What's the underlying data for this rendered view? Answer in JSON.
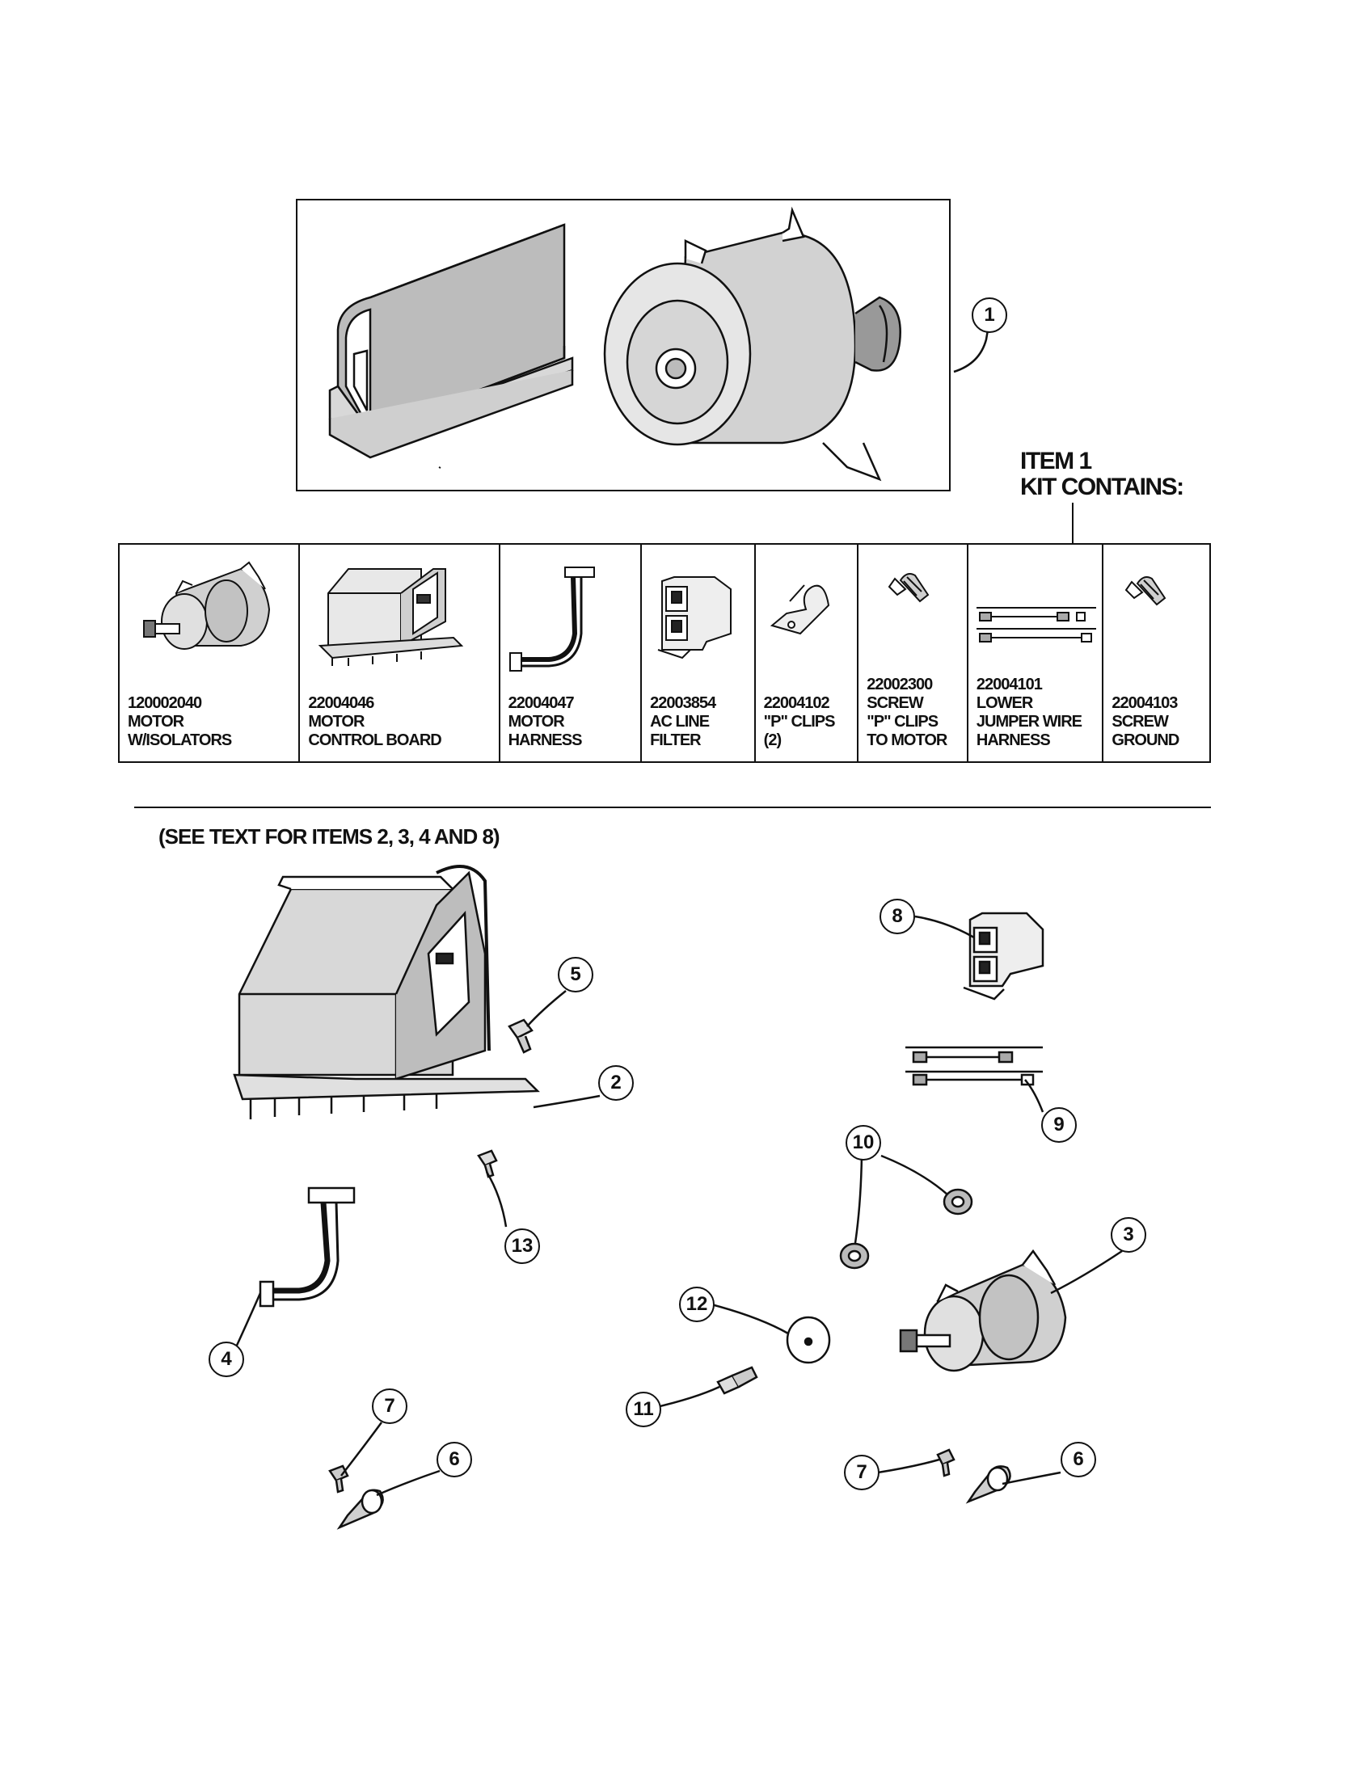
{
  "kit_heading": {
    "line1": "ITEM 1",
    "line2": "KIT CONTAINS:"
  },
  "kit_items": [
    {
      "part_number": "120002040",
      "description": "MOTOR\nW/ISOLATORS"
    },
    {
      "part_number": "22004046",
      "description": "MOTOR\nCONTROL BOARD"
    },
    {
      "part_number": "22004047",
      "description": "MOTOR\nHARNESS"
    },
    {
      "part_number": "22003854",
      "description": "AC LINE\nFILTER"
    },
    {
      "part_number": "22004102",
      "description": "\"P\" CLIPS\n(2)"
    },
    {
      "part_number": "22002300",
      "description": "SCREW\n\"P\" CLIPS\nTO MOTOR"
    },
    {
      "part_number": "22004101",
      "description": "LOWER\nJUMPER WIRE\nHARNESS"
    },
    {
      "part_number": "22004103",
      "description": "SCREW\nGROUND"
    }
  ],
  "note": "(SEE TEXT FOR ITEMS 2, 3, 4 AND 8)",
  "callouts": {
    "c1": "1",
    "c2": "2",
    "c3": "3",
    "c4": "4",
    "c5": "5",
    "c6a": "6",
    "c6b": "6",
    "c7a": "7",
    "c7b": "7",
    "c8": "8",
    "c9": "9",
    "c10": "10",
    "c11": "11",
    "c12": "12",
    "c13": "13"
  }
}
